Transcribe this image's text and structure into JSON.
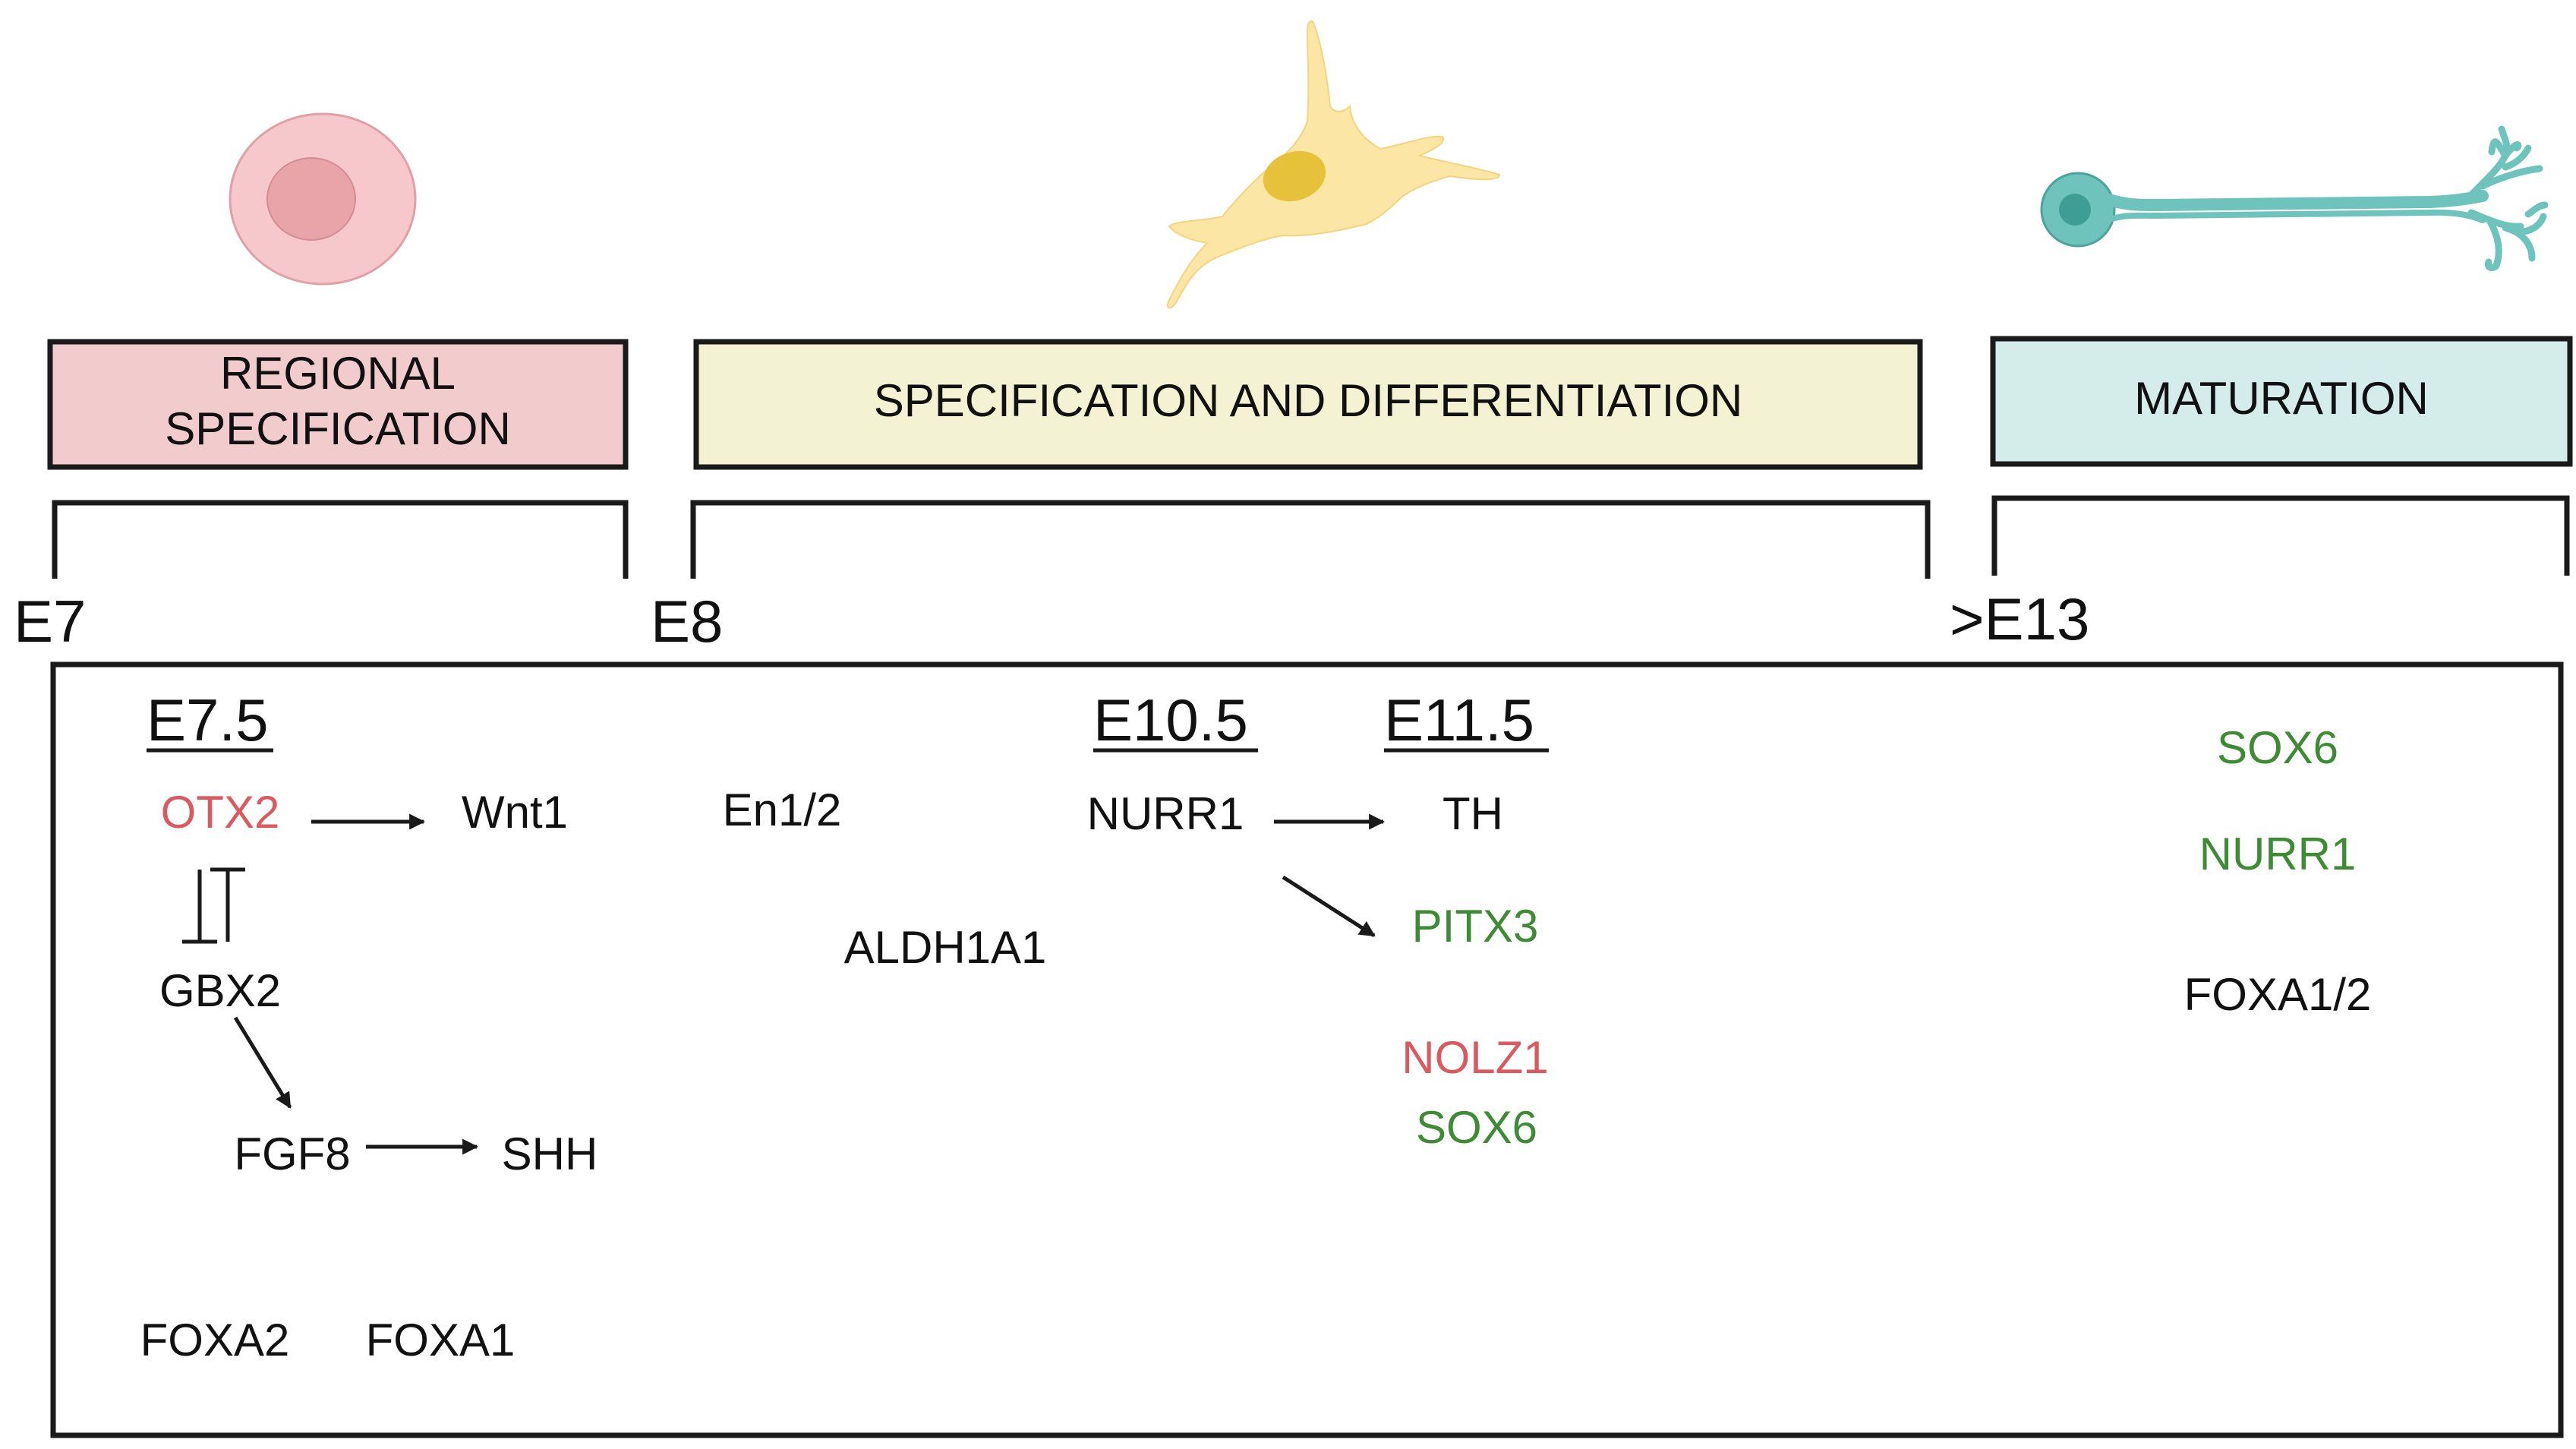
{
  "colors": {
    "regional_fill": "#f2cccd",
    "spec_fill": "#f3f3d3",
    "maturation_fill": "#d4ecea",
    "red_text": "#d95b5f",
    "green_text": "#3f8a35",
    "stroke": "#1a1a1a",
    "progenitor_cell": "#f6c8cc",
    "progenitor_nucleus": "#e8a4a8",
    "migrating_cell": "#fbe6a6",
    "migrating_nucleus": "#e6c23a",
    "neuron": "#6fc3bd",
    "neuron_nucleus": "#3e9e96"
  },
  "icons": {
    "progenitor": "round-progenitor-cell-icon",
    "migrating": "migrating-neuroblast-icon",
    "mature": "mature-neuron-icon"
  },
  "stages": {
    "regional_line1": "REGIONAL",
    "regional_line2": "SPECIFICATION",
    "specification": "SPECIFICATION AND DIFFERENTIATION",
    "maturation": "MATURATION"
  },
  "timeline": {
    "e7": "E7",
    "e8": "E8",
    "e13": ">E13"
  },
  "panel": {
    "e7_5": {
      "heading": "E7.5",
      "otx2": "OTX2",
      "wnt1": "Wnt1",
      "gbx2": "GBX2",
      "fgf8": "FGF8",
      "shh": "SHH",
      "foxa2": "FOXA2",
      "foxa1": "FOXA1"
    },
    "e8": {
      "en12": "En1/2",
      "aldh1a1": "ALDH1A1"
    },
    "e10_5": {
      "heading": "E10.5",
      "nurr1": "NURR1"
    },
    "e11_5": {
      "heading": "E11.5",
      "th": "TH",
      "pitx3": "PITX3",
      "nolz1": "NOLZ1",
      "sox6": "SOX6"
    },
    "maturation": {
      "sox6": "SOX6",
      "nurr1": "NURR1",
      "foxa12": "FOXA1/2"
    }
  }
}
